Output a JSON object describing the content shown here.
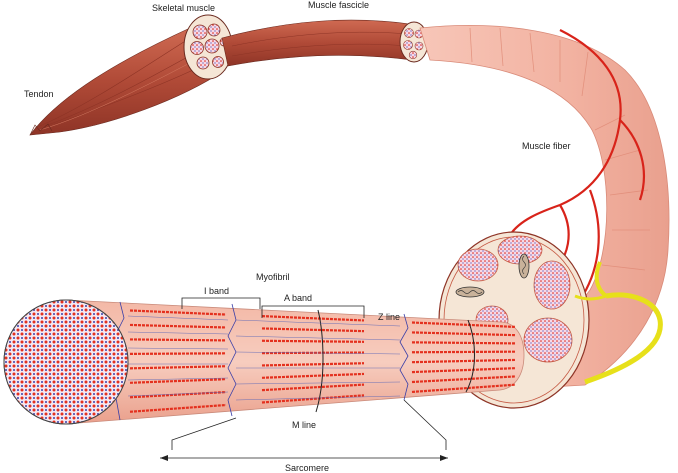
{
  "labels": {
    "skeletal_muscle": "Skeletal muscle",
    "muscle_fascicle": "Muscle fascicle",
    "tendon": "Tendon",
    "muscle_fiber": "Muscle fiber",
    "myofibril": "Myofibril",
    "i_band": "I band",
    "a_band": "A band",
    "z_line": "Z line",
    "m_line": "M line",
    "sarcomere": "Sarcomere"
  },
  "colors": {
    "muscle_dark": "#a84232",
    "muscle_mid": "#c55a44",
    "fiber_skin": "#f1b3a3",
    "fiber_light": "#f8cfc4",
    "blood_vessel": "#d8231a",
    "nerve": "#e7e01a",
    "actin_blue": "#3a3fa8",
    "myosin_red": "#e4301e",
    "cross_section_bg": "#f5e6d6"
  }
}
